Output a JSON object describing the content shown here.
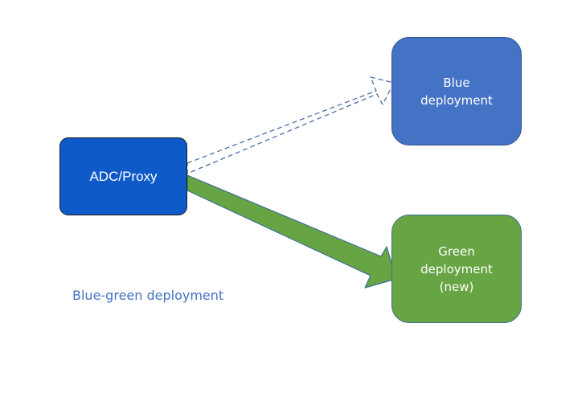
{
  "nodes": {
    "proxy": {
      "label": "ADC/Proxy"
    },
    "blue": {
      "line1": "Blue",
      "line2": "deployment"
    },
    "green": {
      "line1": "Green",
      "line2": "deployment",
      "line3": "(new)"
    }
  },
  "caption": "Blue-green deployment",
  "colors": {
    "proxy": "#0e5ac9",
    "blue": "#4472c4",
    "green": "#67a443",
    "green_arrow": "#67a443",
    "dashed_arrow": "#4a6ea8",
    "caption": "#4472c4"
  }
}
